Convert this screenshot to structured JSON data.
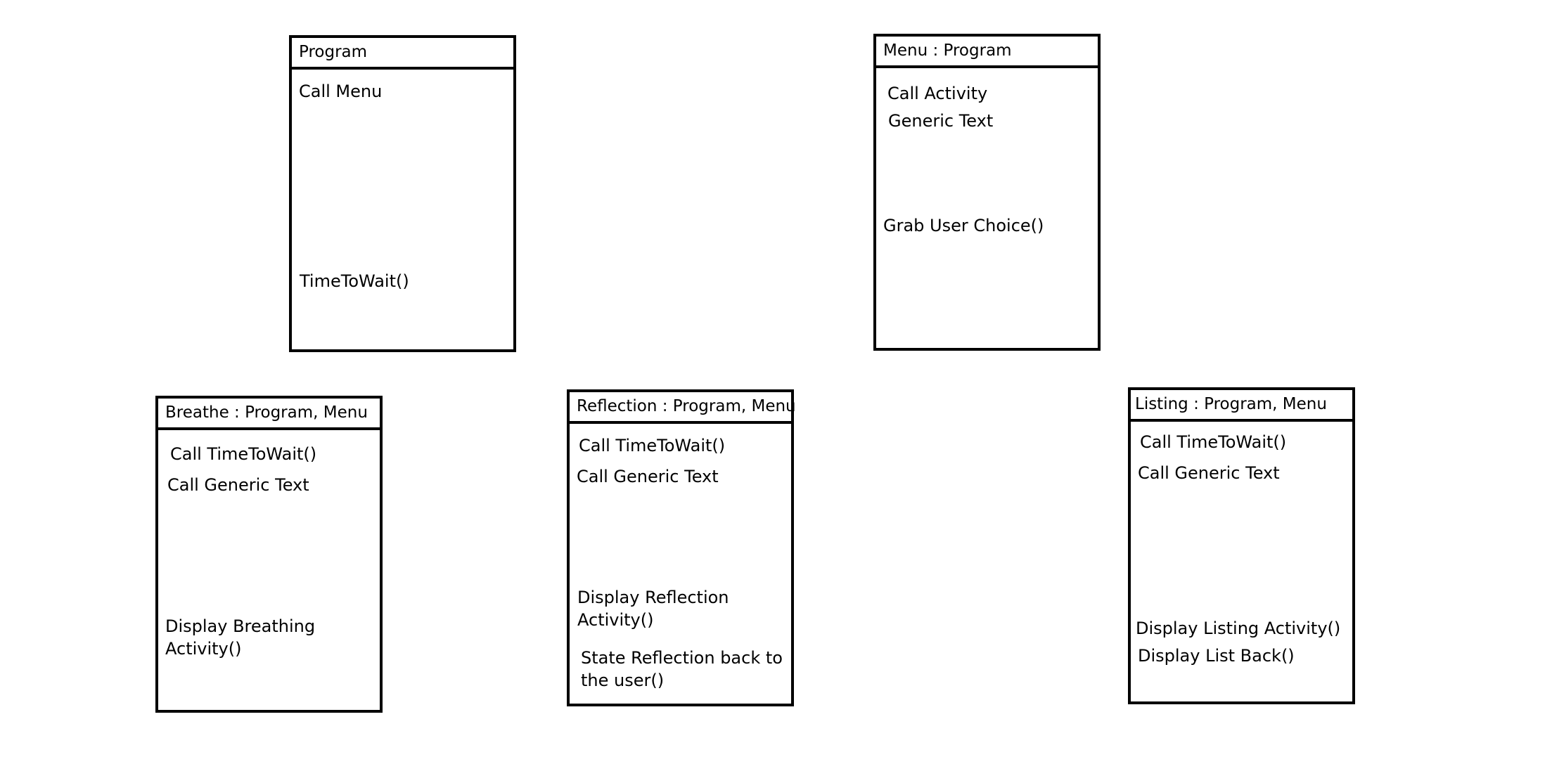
{
  "boxes": {
    "program": {
      "title": "Program",
      "lines": [
        "Call Menu",
        "TimeToWait()"
      ]
    },
    "menu": {
      "title": "Menu : Program",
      "lines": [
        "Call Activity",
        "Generic Text",
        "Grab User Choice()"
      ]
    },
    "breathe": {
      "title": "Breathe : Program, Menu",
      "lines": [
        "Call TimeToWait()",
        "Call Generic Text",
        "Display Breathing",
        "Activity()"
      ]
    },
    "reflection": {
      "title": "Reflection : Program, Menu",
      "lines": [
        "Call TimeToWait()",
        "Call Generic Text",
        "Display Reflection",
        "Activity()",
        "State Reflection back to",
        "the user()"
      ]
    },
    "listing": {
      "title": "Listing : Program, Menu",
      "lines": [
        "Call TimeToWait()",
        "Call Generic Text",
        "Display Listing Activity()",
        "Display List Back()"
      ]
    }
  }
}
